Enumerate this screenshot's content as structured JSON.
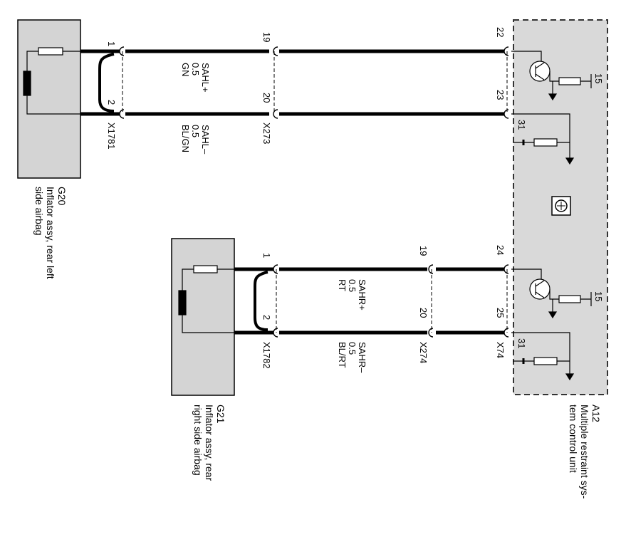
{
  "components": {
    "g20": {
      "id": "G20",
      "desc1": "Inflator assy, rear left",
      "desc2": "side airbag"
    },
    "g21": {
      "id": "G21",
      "desc1": "Inflator assy, rear",
      "desc2": "right side airbag"
    },
    "a12": {
      "id": "A12",
      "desc1": "Multiple restraint sys-",
      "desc2": "tem control unit"
    }
  },
  "connectors": {
    "x1781": "X1781",
    "x273": "X273",
    "x1782": "X1782",
    "x274": "X274",
    "x74": "X74"
  },
  "pins": {
    "left_1": "1",
    "left_2": "2",
    "left_19": "19",
    "left_20": "20",
    "left_22": "22",
    "left_23": "23",
    "left_31": "31",
    "left_15": "15",
    "right_1": "1",
    "right_2": "2",
    "right_19": "19",
    "right_20": "20",
    "right_24": "24",
    "right_25": "25",
    "right_31": "31",
    "right_15": "15"
  },
  "wires": {
    "sahl_plus": {
      "name": "SAHL+",
      "size": "0.5",
      "color": "GN"
    },
    "sahl_minus": {
      "name": "SAHL–",
      "size": "0.5",
      "color": "BL/GN"
    },
    "sahr_plus": {
      "name": "SAHR+",
      "size": "0.5",
      "color": "RT"
    },
    "sahr_minus": {
      "name": "SAHR–",
      "size": "0.5",
      "color": "BL/RT"
    }
  },
  "colors": {
    "component_fill": "#d4d4d4",
    "wire": "#000000",
    "dashed_border": "#333333"
  }
}
